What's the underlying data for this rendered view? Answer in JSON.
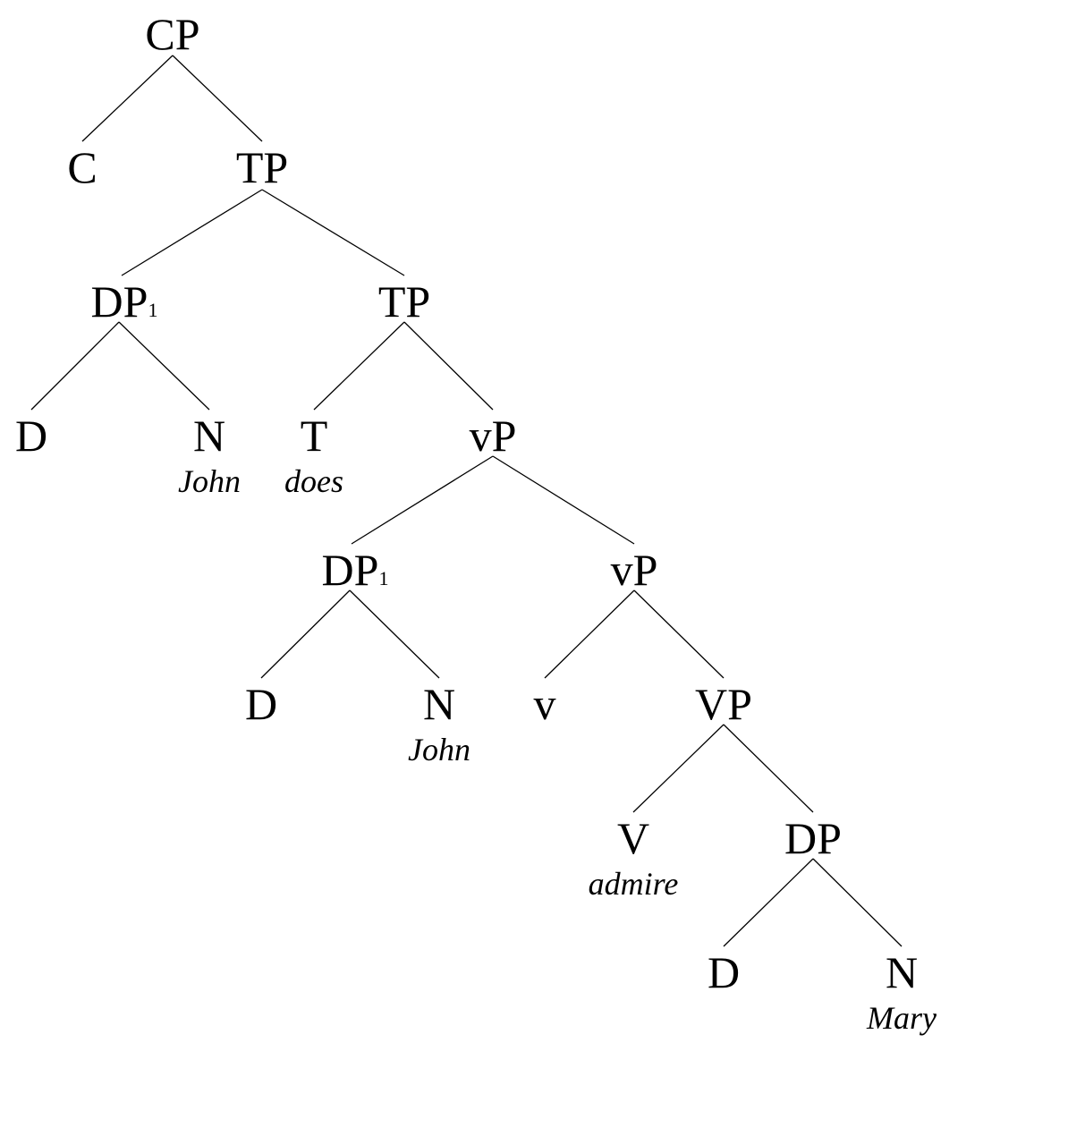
{
  "tree": {
    "nodes": [
      {
        "id": "cp",
        "label": "CP"
      },
      {
        "id": "c",
        "label": "C"
      },
      {
        "id": "tp1",
        "label": "TP"
      },
      {
        "id": "dp1",
        "label": "DP",
        "index": "1"
      },
      {
        "id": "tp2",
        "label": "TP"
      },
      {
        "id": "d1",
        "label": "D"
      },
      {
        "id": "n1",
        "label": "N",
        "word": "John"
      },
      {
        "id": "t",
        "label": "T",
        "word": "does"
      },
      {
        "id": "vp1",
        "label": "vP"
      },
      {
        "id": "dp2",
        "label": "DP",
        "index": "1"
      },
      {
        "id": "vp2",
        "label": "vP"
      },
      {
        "id": "d2",
        "label": "D"
      },
      {
        "id": "n2",
        "label": "N",
        "word": "John"
      },
      {
        "id": "v_small",
        "label": "v"
      },
      {
        "id": "vp_big",
        "label": "VP"
      },
      {
        "id": "v_big",
        "label": "V",
        "word": "admire"
      },
      {
        "id": "dp3",
        "label": "DP"
      },
      {
        "id": "d3",
        "label": "D"
      },
      {
        "id": "n3",
        "label": "N",
        "word": "Mary"
      }
    ],
    "edges": [
      [
        "cp",
        "c"
      ],
      [
        "cp",
        "tp1"
      ],
      [
        "tp1",
        "dp1"
      ],
      [
        "tp1",
        "tp2"
      ],
      [
        "dp1",
        "d1"
      ],
      [
        "dp1",
        "n1"
      ],
      [
        "tp2",
        "t"
      ],
      [
        "tp2",
        "vp1"
      ],
      [
        "vp1",
        "dp2"
      ],
      [
        "vp1",
        "vp2"
      ],
      [
        "dp2",
        "d2"
      ],
      [
        "dp2",
        "n2"
      ],
      [
        "vp2",
        "v_small"
      ],
      [
        "vp2",
        "vp_big"
      ],
      [
        "vp_big",
        "v_big"
      ],
      [
        "vp_big",
        "dp3"
      ],
      [
        "dp3",
        "d3"
      ],
      [
        "dp3",
        "n3"
      ]
    ]
  }
}
